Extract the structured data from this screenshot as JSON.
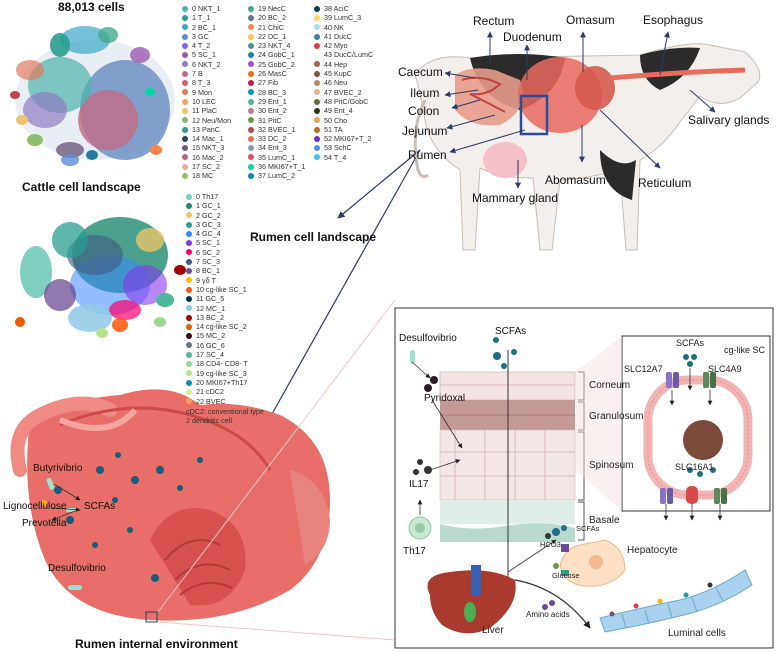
{
  "cattle_panel": {
    "count": "88,013 cells",
    "title": "Cattle cell landscape",
    "legend_col1": [
      {
        "label": "0 NKT_1",
        "color": "#4fb3a9"
      },
      {
        "label": "1 T_1",
        "color": "#2a9d8f"
      },
      {
        "label": "2 BC_1",
        "color": "#3aa7c7"
      },
      {
        "label": "3 GC",
        "color": "#5b8dd9"
      },
      {
        "label": "4 T_2",
        "color": "#7b68ee"
      },
      {
        "label": "5 SC_1",
        "color": "#9b59b6"
      },
      {
        "label": "6 NKT_2",
        "color": "#8e7cc3"
      },
      {
        "label": "7 B",
        "color": "#c06c84"
      },
      {
        "label": "8 T_3",
        "color": "#d35d6e"
      },
      {
        "label": "9 Mon",
        "color": "#e07a5f"
      },
      {
        "label": "10 LEC",
        "color": "#f4a261"
      },
      {
        "label": "11 PlaC",
        "color": "#e9c46a"
      },
      {
        "label": "12 Neu/Mon",
        "color": "#8ab17d"
      },
      {
        "label": "13 PanC",
        "color": "#2a9d8f"
      },
      {
        "label": "14 Mac_1",
        "color": "#264653"
      },
      {
        "label": "15 NKT_3",
        "color": "#6d597a"
      },
      {
        "label": "16 Mac_2",
        "color": "#b56576"
      },
      {
        "label": "17 SC_2",
        "color": "#eaac8b"
      },
      {
        "label": "18 MC",
        "color": "#90be6d"
      }
    ],
    "legend_col2": [
      {
        "label": "19 NecC",
        "color": "#43aa8b"
      },
      {
        "label": "20 BC_2",
        "color": "#577590"
      },
      {
        "label": "21 ChiC",
        "color": "#f9844a"
      },
      {
        "label": "22 DC_1",
        "color": "#f9c74f"
      },
      {
        "label": "23 NKT_4",
        "color": "#4d908e"
      },
      {
        "label": "24 GobC_1",
        "color": "#277da1"
      },
      {
        "label": "25 GobC_2",
        "color": "#9d4edd"
      },
      {
        "label": "26 MasC",
        "color": "#ff6d00"
      },
      {
        "label": "27 Fib",
        "color": "#c9184a"
      },
      {
        "label": "28 BC_3",
        "color": "#0096c7"
      },
      {
        "label": "29 Ent_1",
        "color": "#52b788"
      },
      {
        "label": "30 Ent_2",
        "color": "#b5838d"
      },
      {
        "label": "31 PitC",
        "color": "#6a994e"
      },
      {
        "label": "32 BVEC_1",
        "color": "#bc4749"
      },
      {
        "label": "33 DC_2",
        "color": "#e76f51"
      },
      {
        "label": "34 Ent_3",
        "color": "#8d99ae"
      },
      {
        "label": "35 LumC_1",
        "color": "#ef476f"
      },
      {
        "label": "36 MKI67+T_1",
        "color": "#06d6a0"
      },
      {
        "label": "37 LumC_2",
        "color": "#118ab2"
      }
    ],
    "legend_col3": [
      {
        "label": "38 AciC",
        "color": "#073b4c"
      },
      {
        "label": "39 LumC_3",
        "color": "#ffd166"
      },
      {
        "label": "40 NK",
        "color": "#a8dadc"
      },
      {
        "label": "41 DucC",
        "color": "#457b9d"
      },
      {
        "label": "42 Myo",
        "color": "#e63946"
      },
      {
        "label": "43 DucC/LumC",
        "color": "#f1faee"
      },
      {
        "label": "44 Hep",
        "color": "#9c6644"
      },
      {
        "label": "45 KupC",
        "color": "#7f5539"
      },
      {
        "label": "46 Neu",
        "color": "#b08968"
      },
      {
        "label": "47 BVEC_2",
        "color": "#ddb892"
      },
      {
        "label": "48 PitC/GobC",
        "color": "#606c38"
      },
      {
        "label": "49 Ent_4",
        "color": "#283618"
      },
      {
        "label": "50 Cho",
        "color": "#dda15e"
      },
      {
        "label": "51 TA",
        "color": "#bc6c25"
      },
      {
        "label": "52 MKI67+T_2",
        "color": "#6930c3"
      },
      {
        "label": "53 SchC",
        "color": "#5390d9"
      },
      {
        "label": "54 T_4",
        "color": "#48bfe3"
      }
    ]
  },
  "rumen_panel": {
    "title": "Rumen cell landscape",
    "legend": [
      {
        "label": "0    Th17",
        "color": "#7ecfc0"
      },
      {
        "label": "1    GC_1",
        "color": "#1f8a70"
      },
      {
        "label": "2    GC_2",
        "color": "#e9c46a"
      },
      {
        "label": "3    GC_3",
        "color": "#2a9d8f"
      },
      {
        "label": "4    GC_4",
        "color": "#3a86ff"
      },
      {
        "label": "5    SC_1",
        "color": "#8338ec"
      },
      {
        "label": "6    SC_2",
        "color": "#ff006e"
      },
      {
        "label": "7    SC_3",
        "color": "#3d5a80"
      },
      {
        "label": "8    BC_1",
        "color": "#6a4c93"
      },
      {
        "label": "9    γδ T",
        "color": "#ffbe0b"
      },
      {
        "label": "10  cg-like SC_1",
        "color": "#fb5607"
      },
      {
        "label": "11  GC_5",
        "color": "#023047"
      },
      {
        "label": "12  MC_1",
        "color": "#8ecae6"
      },
      {
        "label": "13  BC_2",
        "color": "#9d0208"
      },
      {
        "label": "14  cg-like SC_2",
        "color": "#e85d04"
      },
      {
        "label": "15  MC_2",
        "color": "#370617"
      },
      {
        "label": "16  GC_6",
        "color": "#6c757d"
      },
      {
        "label": "17  SC_4",
        "color": "#52b69a"
      },
      {
        "label": "18  CD4- CD8- T",
        "color": "#99d98c"
      },
      {
        "label": "19  cg-like SC_3",
        "color": "#b5e48c"
      },
      {
        "label": "20  MKI67+Th17",
        "color": "#168aad"
      },
      {
        "label": "21  cDC2",
        "color": "#d9ed92"
      },
      {
        "label": "22  BVEC",
        "color": "#f4a261"
      }
    ],
    "note": "cDC2: conventional type 2 dendritic cell"
  },
  "cow_labels": {
    "rectum": "Rectum",
    "duodenum": "Duodenum",
    "omasum": "Omasum",
    "esophagus": "Esophagus",
    "caecum": "Caecum",
    "ileum": "Ileum",
    "colon": "Colon",
    "jejunum": "Jejunum",
    "rumen": "Rumen",
    "abomasum": "Abomasum",
    "reticulum": "Reticulum",
    "salivary": "Salivary glands",
    "mammary": "Mammary gland"
  },
  "rumen_env": {
    "title": "Rumen internal environment",
    "butyrivibrio": "Butyrivibrio",
    "lignocellulose": "Lignocellulose",
    "scfas": "SCFAs",
    "prevotella": "Prevotella",
    "desulfovibrio": "Desulfovibrio"
  },
  "epithelium": {
    "desulfovibrio": "Desulfovibrio",
    "pyridoxal": "Pyridoxal",
    "scfas_top": "SCFAs",
    "il17": "IL17",
    "th17": "Th17",
    "corneum": "Corneum",
    "granulosum": "Granulosum",
    "spinosum": "Spinosum",
    "basale": "Basale",
    "scfas_small": "SCFAs",
    "hco3": "HCO3",
    "hepatocyte": "Hepatocyte",
    "glucose": "Glucose",
    "amino_acids": "Amino acids",
    "liver": "Liver",
    "luminal": "Luminal cells"
  },
  "cell_inset": {
    "scfas": "SCFAs",
    "title": "cg-like SC",
    "slc12a7": "SLC12A7",
    "slc4a9": "SLC4A9",
    "slc16a1": "SLC16A1"
  },
  "colors": {
    "arrow": "#2b3a67",
    "rumen_red": "#d9534f",
    "membrane": "#f2c4c4",
    "epi_pink": "#e8c8c8",
    "teal": "#2e7d8a"
  }
}
